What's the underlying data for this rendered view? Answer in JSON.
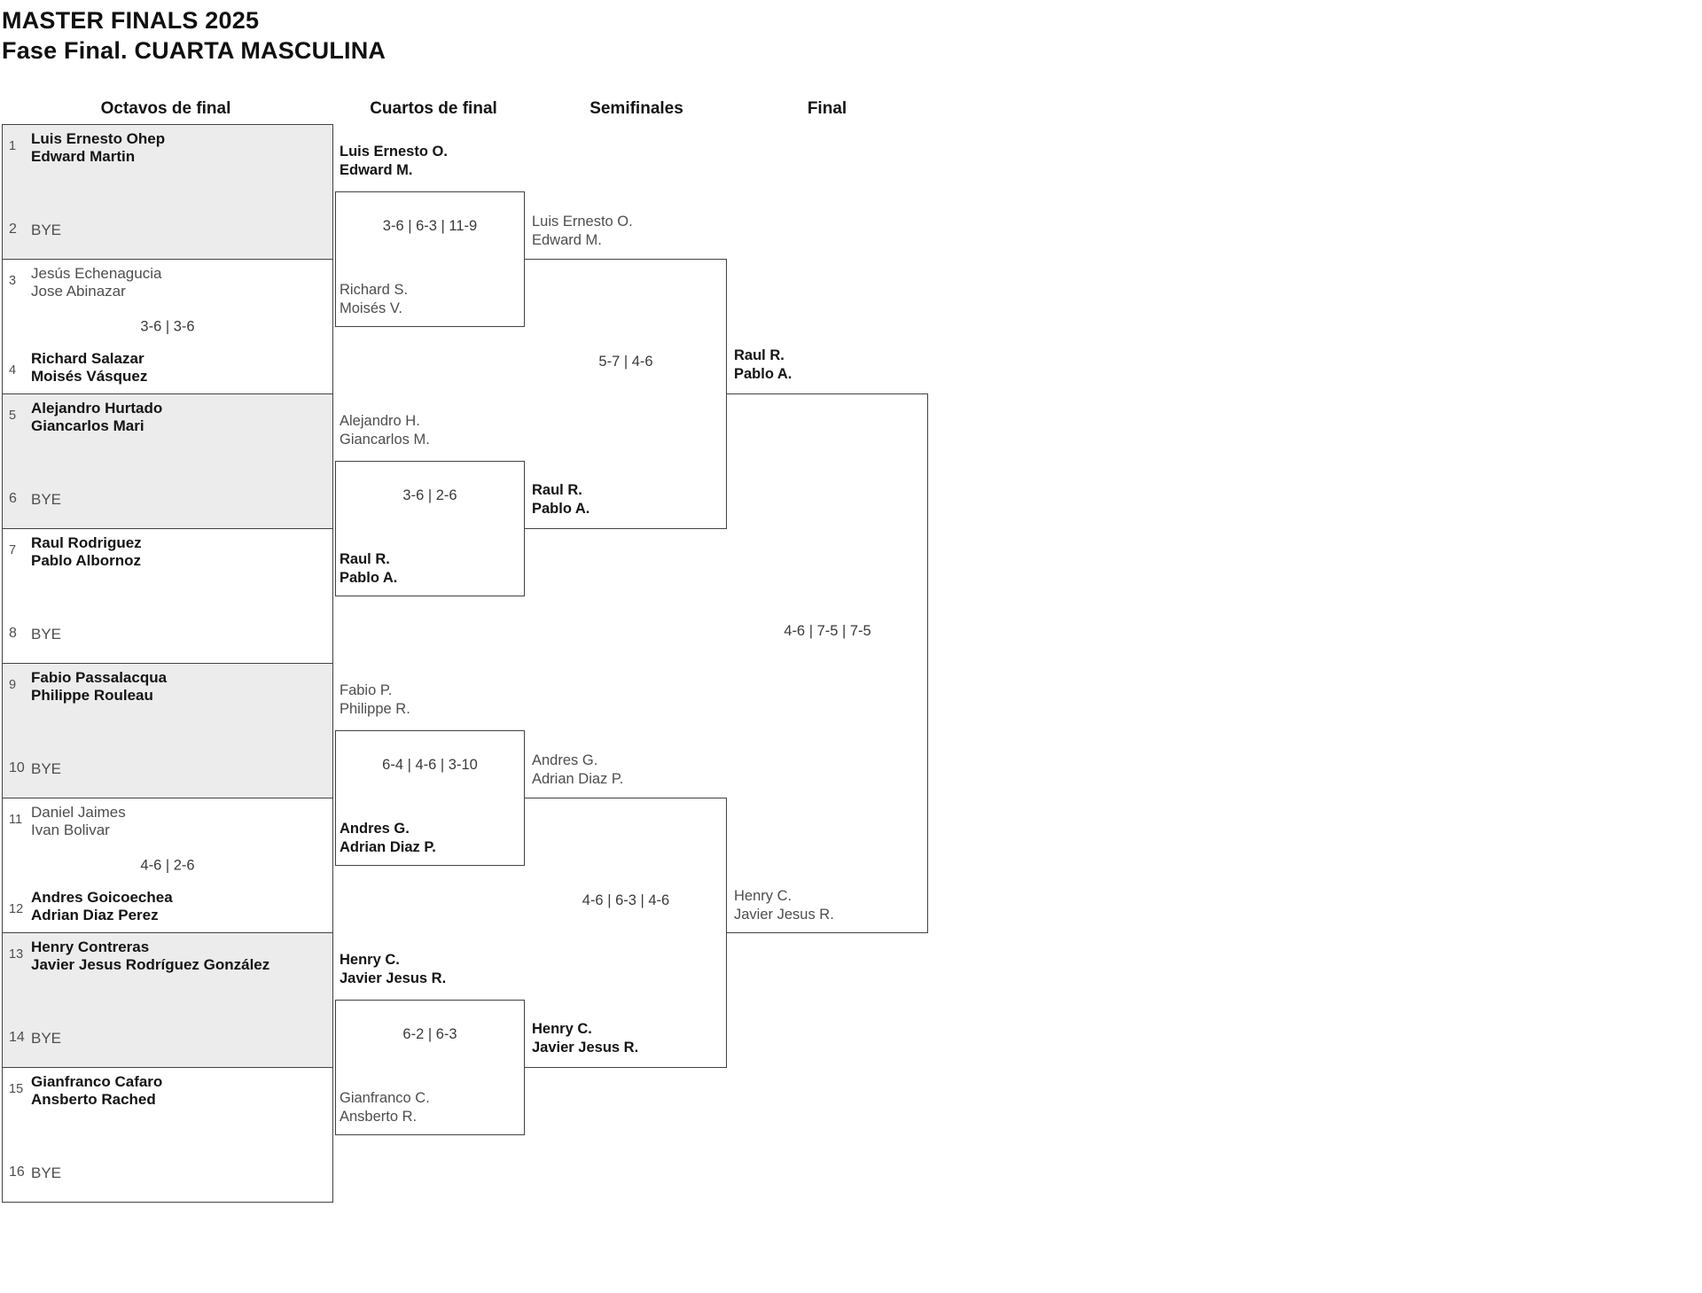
{
  "title": {
    "line1": "MASTER FINALS 2025",
    "line2": "Fase Final. CUARTA MASCULINA"
  },
  "rounds": [
    {
      "name": "Octavos de final"
    },
    {
      "name": "Cuartos de final"
    },
    {
      "name": "Semifinales"
    },
    {
      "name": "Final"
    }
  ],
  "colors": {
    "background": "#ffffff",
    "box_border": "#424242",
    "shaded_box_fill": "#ececec",
    "winner_text": "#141414",
    "loser_text": "#4e4e4e",
    "score_text": "#3a3a3a"
  },
  "octavos": {
    "matches": [
      {
        "shaded": true,
        "score": "",
        "a": {
          "seed": "1",
          "lines": [
            "Luis Ernesto Ohep",
            "Edward Martin"
          ],
          "winner": true
        },
        "b": {
          "seed": "2",
          "lines": [
            "BYE"
          ],
          "winner": false
        }
      },
      {
        "shaded": false,
        "score": "3-6 | 3-6",
        "a": {
          "seed": "3",
          "lines": [
            "Jesús Echenagucia",
            "Jose Abinazar"
          ],
          "winner": false
        },
        "b": {
          "seed": "4",
          "lines": [
            "Richard Salazar",
            "Moisés Vásquez"
          ],
          "winner": true
        }
      },
      {
        "shaded": true,
        "score": "",
        "a": {
          "seed": "5",
          "lines": [
            "Alejandro Hurtado",
            "Giancarlos Mari"
          ],
          "winner": true
        },
        "b": {
          "seed": "6",
          "lines": [
            "BYE"
          ],
          "winner": false
        }
      },
      {
        "shaded": false,
        "score": "",
        "a": {
          "seed": "7",
          "lines": [
            "Raul Rodriguez",
            "Pablo Albornoz"
          ],
          "winner": true
        },
        "b": {
          "seed": "8",
          "lines": [
            "BYE"
          ],
          "winner": false
        }
      },
      {
        "shaded": true,
        "score": "",
        "a": {
          "seed": "9",
          "lines": [
            "Fabio Passalacqua",
            "Philippe Rouleau"
          ],
          "winner": true
        },
        "b": {
          "seed": "10",
          "lines": [
            "BYE"
          ],
          "winner": false
        }
      },
      {
        "shaded": false,
        "score": "4-6 | 2-6",
        "a": {
          "seed": "11",
          "lines": [
            "Daniel Jaimes",
            "Ivan Bolivar"
          ],
          "winner": false
        },
        "b": {
          "seed": "12",
          "lines": [
            "Andres Goicoechea",
            "Adrian Diaz Perez"
          ],
          "winner": true
        }
      },
      {
        "shaded": true,
        "score": "",
        "a": {
          "seed": "13",
          "lines": [
            "Henry Contreras",
            "Javier Jesus Rodríguez González"
          ],
          "winner": true
        },
        "b": {
          "seed": "14",
          "lines": [
            "BYE"
          ],
          "winner": false
        }
      },
      {
        "shaded": false,
        "score": "",
        "a": {
          "seed": "15",
          "lines": [
            "Gianfranco Cafaro",
            "Ansberto Rached"
          ],
          "winner": true
        },
        "b": {
          "seed": "16",
          "lines": [
            "BYE"
          ],
          "winner": false
        }
      }
    ]
  },
  "cuartos": {
    "matches": [
      {
        "score": "3-6 | 6-3 | 11-9",
        "a": {
          "lines": [
            "Luis Ernesto O.",
            "Edward M."
          ],
          "winner": true
        },
        "b": {
          "lines": [
            "Richard S.",
            "Moisés V."
          ],
          "winner": false
        }
      },
      {
        "score": "3-6 | 2-6",
        "a": {
          "lines": [
            "Alejandro H.",
            "Giancarlos M."
          ],
          "winner": false
        },
        "b": {
          "lines": [
            "Raul R.",
            "Pablo A."
          ],
          "winner": true
        }
      },
      {
        "score": "6-4 | 4-6 | 3-10",
        "a": {
          "lines": [
            "Fabio P.",
            "Philippe R."
          ],
          "winner": false
        },
        "b": {
          "lines": [
            "Andres G.",
            "Adrian Diaz P."
          ],
          "winner": true
        }
      },
      {
        "score": "6-2 | 6-3",
        "a": {
          "lines": [
            "Henry C.",
            "Javier Jesus R."
          ],
          "winner": true
        },
        "b": {
          "lines": [
            "Gianfranco C.",
            "Ansberto R."
          ],
          "winner": false
        }
      }
    ]
  },
  "semifinales": {
    "matches": [
      {
        "score": "5-7 | 4-6",
        "a": {
          "lines": [
            "Luis Ernesto O.",
            "Edward M."
          ],
          "winner": false
        },
        "b": {
          "lines": [
            "Raul R.",
            "Pablo A."
          ],
          "winner": true
        }
      },
      {
        "score": "4-6 | 6-3 | 4-6",
        "a": {
          "lines": [
            "Andres G.",
            "Adrian Diaz P."
          ],
          "winner": false
        },
        "b": {
          "lines": [
            "Henry C.",
            "Javier Jesus R."
          ],
          "winner": true
        }
      }
    ]
  },
  "final_match": {
    "score": "4-6 | 7-5 | 7-5",
    "a": {
      "lines": [
        "Raul R.",
        "Pablo A."
      ],
      "winner": true
    },
    "b": {
      "lines": [
        "Henry C.",
        "Javier Jesus R."
      ],
      "winner": false
    }
  }
}
